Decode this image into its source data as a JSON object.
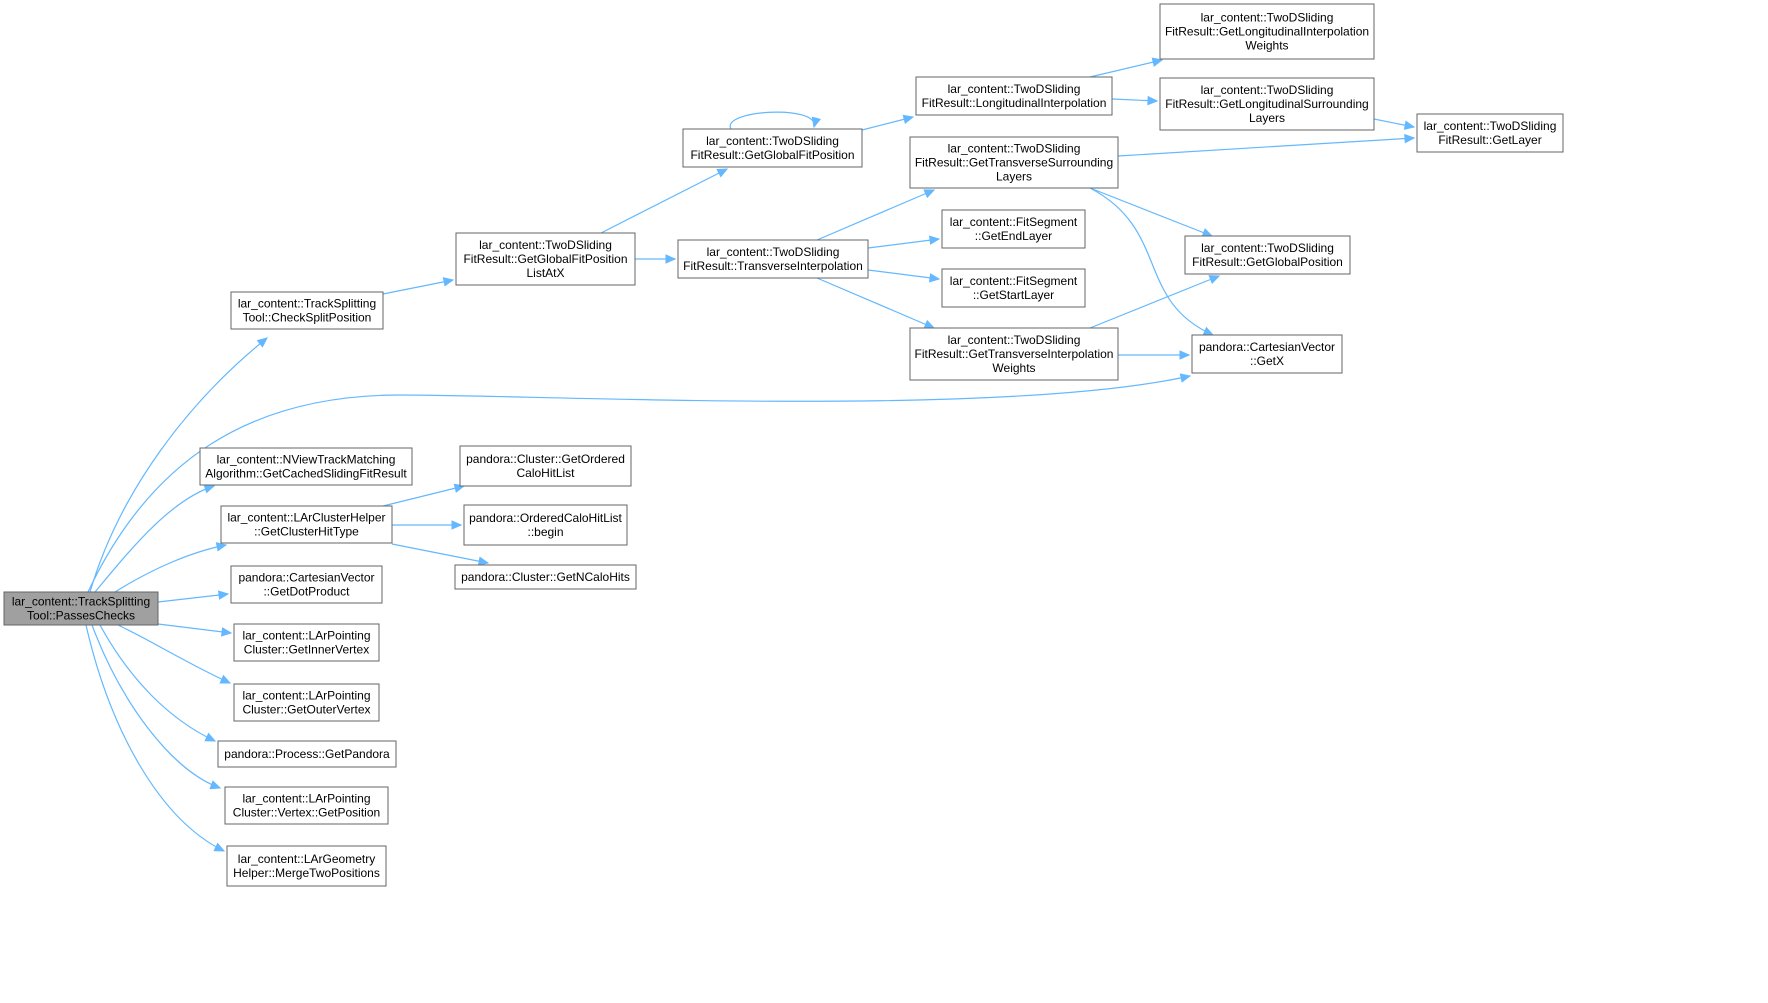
{
  "graph": {
    "colors": {
      "edge": "#63b8ff",
      "node_border": "#666666",
      "root_fill": "#a0a0a0",
      "node_fill": "#ffffff"
    },
    "nodes": [
      {
        "id": "n0",
        "name": "node-passes-checks",
        "root": true,
        "lines": [
          "lar_content::TrackSplitting",
          "Tool::PassesChecks"
        ]
      },
      {
        "id": "n1",
        "name": "node-check-split-position",
        "lines": [
          "lar_content::TrackSplitting",
          "Tool::CheckSplitPosition"
        ]
      },
      {
        "id": "n2",
        "name": "node-get-cached-sliding-fit-result",
        "lines": [
          "lar_content::NViewTrackMatching",
          "Algorithm::GetCachedSlidingFitResult"
        ]
      },
      {
        "id": "n3",
        "name": "node-get-cluster-hit-type",
        "lines": [
          "lar_content::LArClusterHelper",
          "::GetClusterHitType"
        ]
      },
      {
        "id": "n4",
        "name": "node-get-dot-product",
        "lines": [
          "pandora::CartesianVector",
          "::GetDotProduct"
        ]
      },
      {
        "id": "n5",
        "name": "node-get-inner-vertex",
        "lines": [
          "lar_content::LArPointing",
          "Cluster::GetInnerVertex"
        ]
      },
      {
        "id": "n6",
        "name": "node-get-outer-vertex",
        "lines": [
          "lar_content::LArPointing",
          "Cluster::GetOuterVertex"
        ]
      },
      {
        "id": "n7",
        "name": "node-get-pandora",
        "lines": [
          "pandora::Process::GetPandora"
        ]
      },
      {
        "id": "n8",
        "name": "node-vertex-get-position",
        "lines": [
          "lar_content::LArPointing",
          "Cluster::Vertex::GetPosition"
        ]
      },
      {
        "id": "n9",
        "name": "node-merge-two-positions",
        "lines": [
          "lar_content::LArGeometry",
          "Helper::MergeTwoPositions"
        ]
      },
      {
        "id": "n10",
        "name": "node-get-global-fit-position-list-at-x",
        "lines": [
          "lar_content::TwoDSliding",
          "FitResult::GetGlobalFitPosition",
          "ListAtX"
        ]
      },
      {
        "id": "n11",
        "name": "node-get-ordered-calo-hit-list",
        "lines": [
          "pandora::Cluster::GetOrdered",
          "CaloHitList"
        ]
      },
      {
        "id": "n12",
        "name": "node-ordered-calo-hit-list-begin",
        "lines": [
          "pandora::OrderedCaloHitList",
          "::begin"
        ]
      },
      {
        "id": "n13",
        "name": "node-get-n-calo-hits",
        "lines": [
          "pandora::Cluster::GetNCaloHits"
        ]
      },
      {
        "id": "n14",
        "name": "node-get-global-fit-position",
        "lines": [
          "lar_content::TwoDSliding",
          "FitResult::GetGlobalFitPosition"
        ]
      },
      {
        "id": "n15",
        "name": "node-transverse-interpolation",
        "lines": [
          "lar_content::TwoDSliding",
          "FitResult::TransverseInterpolation"
        ]
      },
      {
        "id": "n16",
        "name": "node-longitudinal-interpolation",
        "lines": [
          "lar_content::TwoDSliding",
          "FitResult::LongitudinalInterpolation"
        ]
      },
      {
        "id": "n17",
        "name": "node-get-transverse-surrounding-layers",
        "lines": [
          "lar_content::TwoDSliding",
          "FitResult::GetTransverseSurrounding",
          "Layers"
        ]
      },
      {
        "id": "n18",
        "name": "node-get-end-layer",
        "lines": [
          "lar_content::FitSegment",
          "::GetEndLayer"
        ]
      },
      {
        "id": "n19",
        "name": "node-get-start-layer",
        "lines": [
          "lar_content::FitSegment",
          "::GetStartLayer"
        ]
      },
      {
        "id": "n20",
        "name": "node-get-transverse-interpolation-weights",
        "lines": [
          "lar_content::TwoDSliding",
          "FitResult::GetTransverseInterpolation",
          "Weights"
        ]
      },
      {
        "id": "n21",
        "name": "node-get-longitudinal-interpolation-weights",
        "lines": [
          "lar_content::TwoDSliding",
          "FitResult::GetLongitudinalInterpolation",
          "Weights"
        ]
      },
      {
        "id": "n22",
        "name": "node-get-longitudinal-surrounding-layers",
        "lines": [
          "lar_content::TwoDSliding",
          "FitResult::GetLongitudinalSurrounding",
          "Layers"
        ]
      },
      {
        "id": "n23",
        "name": "node-get-global-position",
        "lines": [
          "lar_content::TwoDSliding",
          "FitResult::GetGlobalPosition"
        ]
      },
      {
        "id": "n24",
        "name": "node-get-x",
        "lines": [
          "pandora::CartesianVector",
          "::GetX"
        ]
      },
      {
        "id": "n25",
        "name": "node-get-layer",
        "lines": [
          "lar_content::TwoDSliding",
          "FitResult::GetLayer"
        ]
      }
    ]
  }
}
